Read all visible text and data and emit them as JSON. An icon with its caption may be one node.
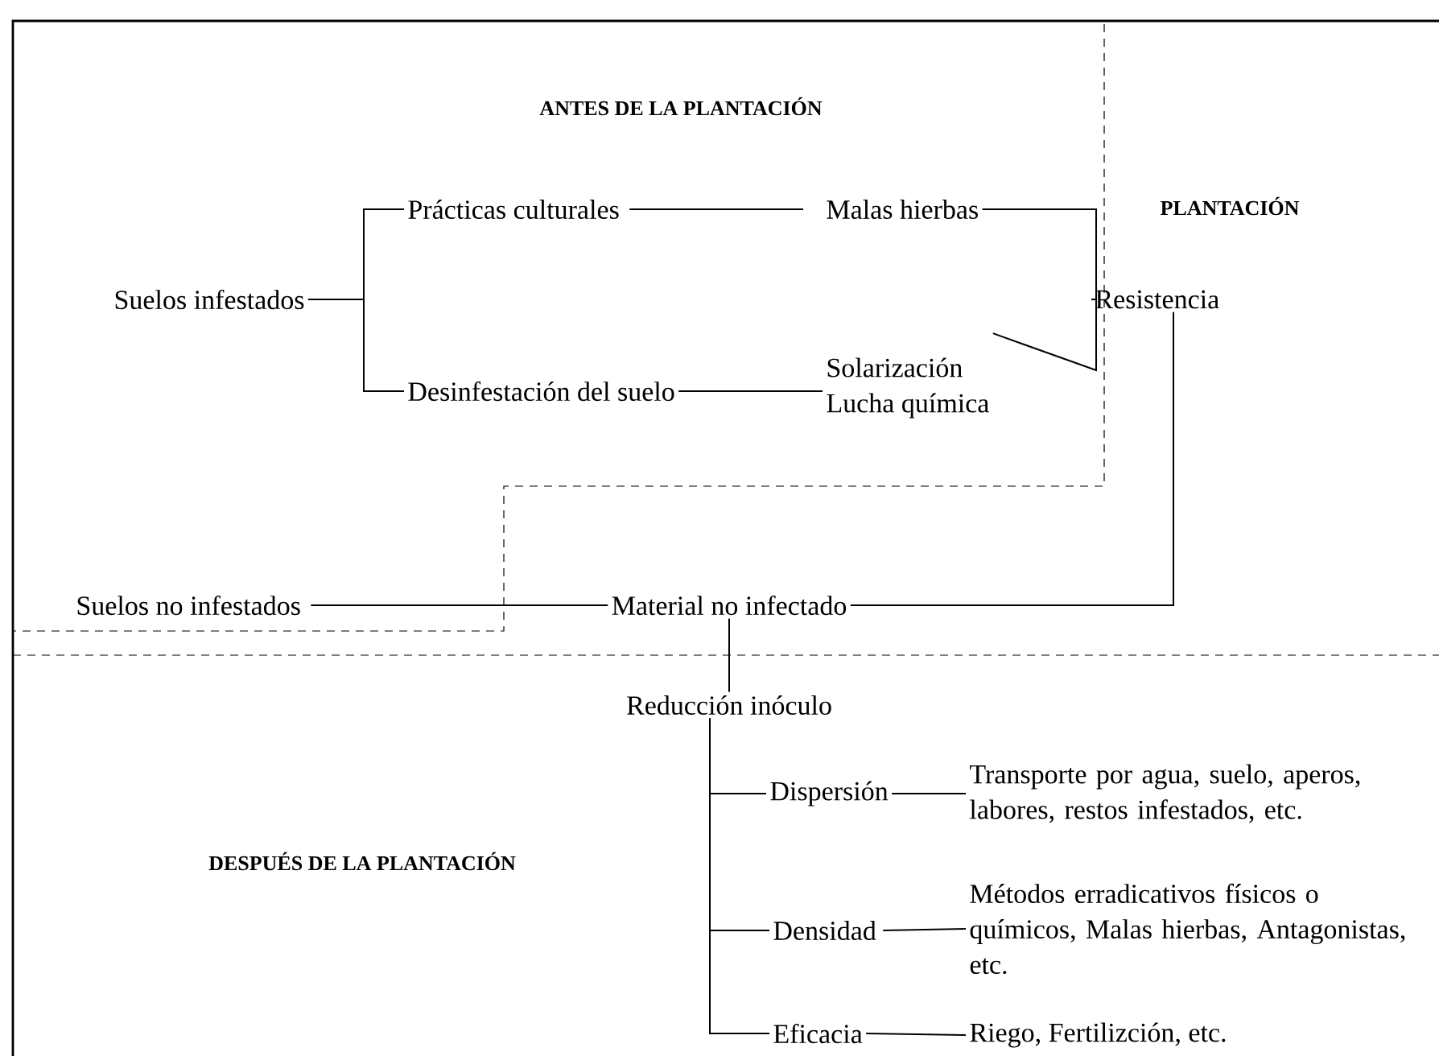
{
  "diagram": {
    "nodes": [
      {
        "text": [
          "Suelos infestados"
        ]
      },
      {
        "text": [
          "Prácticas culturales"
        ]
      },
      {
        "text": [
          "Malas hierbas"
        ]
      },
      {
        "text": [
          "Desinfestación del suelo"
        ]
      },
      {
        "text": [
          "Solarización",
          "Lucha química"
        ]
      },
      {
        "text": [
          "Resistencia"
        ]
      },
      {
        "text": [
          "Suelos no infestados"
        ]
      },
      {
        "text": [
          "Material no infectado"
        ]
      },
      {
        "text": [
          "Reducción inóculo"
        ]
      },
      {
        "text": [
          "Dispersión"
        ]
      },
      {
        "text": [
          "Transporte por agua, suelo, aperos, labores, restos infestados, etc."
        ]
      },
      {
        "text": [
          "Densidad"
        ]
      },
      {
        "text": [
          "Métodos erradicativos físicos o químicos, Malas hierbas, Antagonistas, etc."
        ]
      },
      {
        "text": [
          "Eficacia"
        ]
      },
      {
        "text": [
          "Riego, Fertilizción, etc."
        ]
      }
    ],
    "edges": [
      {
        "from": 0,
        "to": 1,
        "arrow": "none"
      },
      {
        "from": 0,
        "to": 3,
        "arrow": "none"
      },
      {
        "from": 1,
        "to": 2,
        "arrow": "none"
      },
      {
        "from": 3,
        "to": 4,
        "arrow": "none"
      },
      {
        "from": 2,
        "to": 5,
        "arrow": "none"
      },
      {
        "from": 4,
        "to": 5,
        "arrow": "none"
      },
      {
        "from": 6,
        "to": 7,
        "arrow": "none"
      },
      {
        "from": 5,
        "to": 7,
        "arrow": "none"
      },
      {
        "from": 7,
        "to": 8,
        "arrow": "none"
      },
      {
        "from": 8,
        "to": 9,
        "arrow": "none"
      },
      {
        "from": 8,
        "to": 11,
        "arrow": "none"
      },
      {
        "from": 8,
        "to": 13,
        "arrow": "none"
      },
      {
        "from": 9,
        "to": 10,
        "arrow": "none"
      },
      {
        "from": 11,
        "to": 12,
        "arrow": "none"
      },
      {
        "from": 13,
        "to": 14,
        "arrow": "none"
      }
    ],
    "labels": [
      "ANTES DE LA PLANTACIÓN",
      "PLANTACIÓN",
      "DESPUÉS DE LA PLANTACIÓN"
    ]
  }
}
